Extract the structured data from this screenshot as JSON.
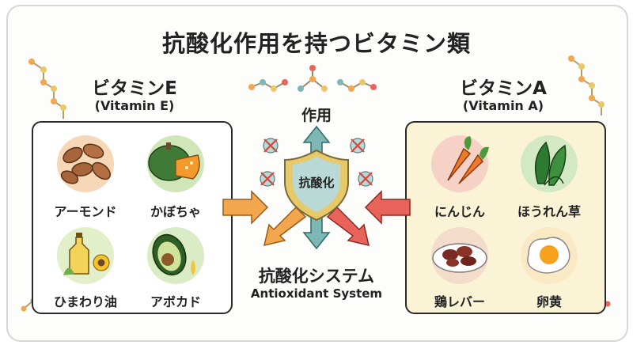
{
  "title": "抗酸化作用を持つビタミン類",
  "vitamin_e": {
    "heading": "ビタミンE",
    "subheading": "(Vitamin E)",
    "foods": [
      "アーモンド",
      "かぼちゃ",
      "ひまわり油",
      "アボカド"
    ]
  },
  "vitamin_a": {
    "heading": "ビタミンA",
    "subheading": "(Vitamin A)",
    "foods": [
      "にんじん",
      "ほうれん草",
      "鶏レバー",
      "卵黄"
    ]
  },
  "center": {
    "action": "作用",
    "shield": "抗酸化",
    "system": "抗酸化システム",
    "system_en": "Antioxidant System"
  },
  "colors": {
    "orange_arrow": "#f2a64d",
    "red_arrow": "#e8645a",
    "teal_arrow": "#7fb7b4",
    "shield_gold": "#e8c96a",
    "panel_cream": "#fbf3d6"
  }
}
